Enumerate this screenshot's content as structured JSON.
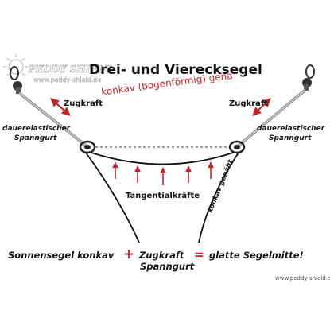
{
  "title": "Drei- und Vierecksegel",
  "subtitle": "konkav (bogenförmig) genäht",
  "logo": {
    "brand": "PEDDY SHIELD",
    "url": "www.peddy-shield.de"
  },
  "labels": {
    "zugkraft_left": "Zugkraft",
    "zugkraft_right": "Zugkraft",
    "strap_left_line1": "dauerelastischer",
    "strap_left_line2": "Spanngurt",
    "strap_right_line1": "dauerelastischer",
    "strap_right_line2": "Spanngurt",
    "tangential": "Tangentialkräfte",
    "edge_note": "konkav genäht"
  },
  "formula": {
    "part1": "Sonnensegel konkav",
    "plus": "+",
    "part2": "Zugkraft",
    "equals": "=",
    "part3": "glatte Segelmitte!",
    "line2": "Spanngurt"
  },
  "footer_url": "www.peddy-shield.de",
  "colors": {
    "accent_red": "#c0282b",
    "ink": "#111111",
    "strap": "#8a8a8a"
  }
}
